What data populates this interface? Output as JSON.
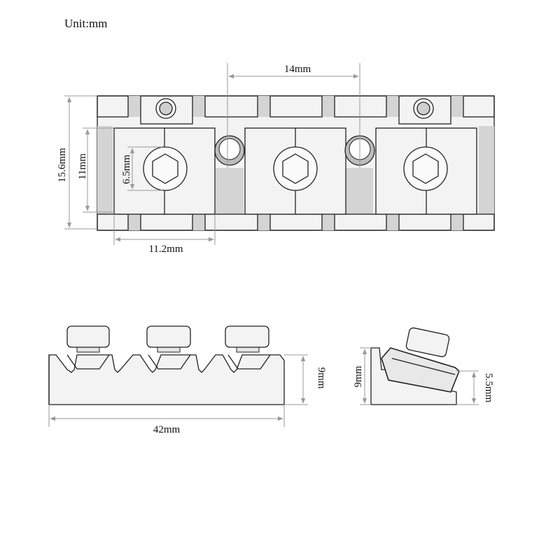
{
  "unit_label": "Unit:mm",
  "dimensions": {
    "hole_spacing": "14mm",
    "total_height": "15.6mm",
    "block_height": "11mm",
    "hex_screw": "6.5mm",
    "block_width": "11.2mm",
    "side_height": "9mm",
    "total_length": "42mm",
    "profile_height": "9mm",
    "profile_low_height": "5.5mm"
  },
  "colors": {
    "line": "#222222",
    "fill": "#f3f3f3",
    "groove": "#d4d4d4",
    "dimension_line": "#9a9a9a"
  }
}
